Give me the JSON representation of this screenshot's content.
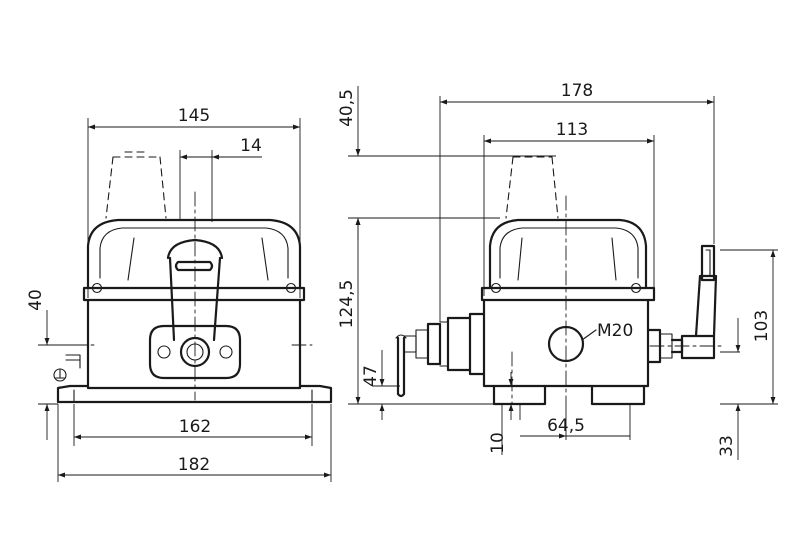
{
  "front_view": {
    "dims": {
      "width_top": "145",
      "handle_offset": "14",
      "base_height": "40",
      "mount_pitch": "162",
      "base_width": "182"
    }
  },
  "side_view": {
    "dims": {
      "overall_length": "178",
      "housing_length": "113",
      "top_clearance": "40,5",
      "total_height": "124,5",
      "conduit_height": "47",
      "lever_height": "103",
      "foot_height": "10",
      "foot_spacing": "64,5",
      "lever_pivot_height": "33"
    },
    "thread_label": "M20"
  }
}
